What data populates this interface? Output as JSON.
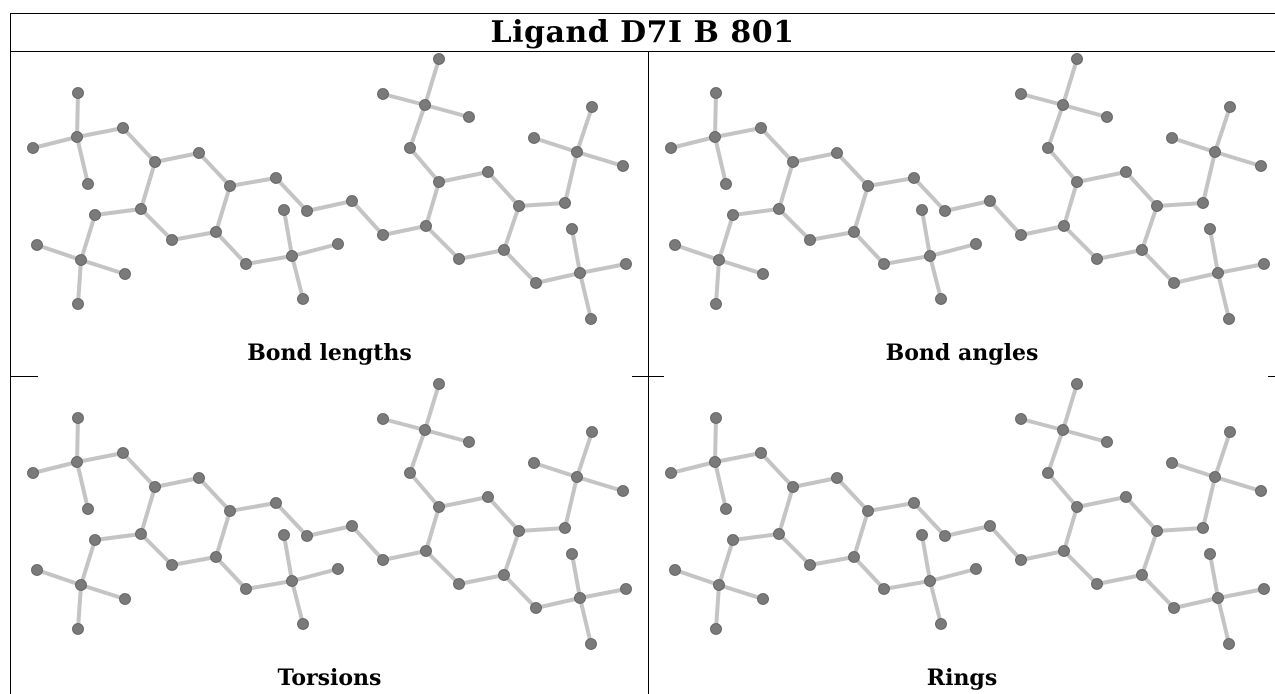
{
  "title": "Ligand D7I B 801",
  "panels": [
    {
      "caption": "Bond lengths"
    },
    {
      "caption": "Bond angles"
    },
    {
      "caption": "Torsions"
    },
    {
      "caption": "Rings"
    }
  ],
  "molecule": {
    "atom_color": "#7a7a7a",
    "bond_color": "#c4c4c4"
  }
}
